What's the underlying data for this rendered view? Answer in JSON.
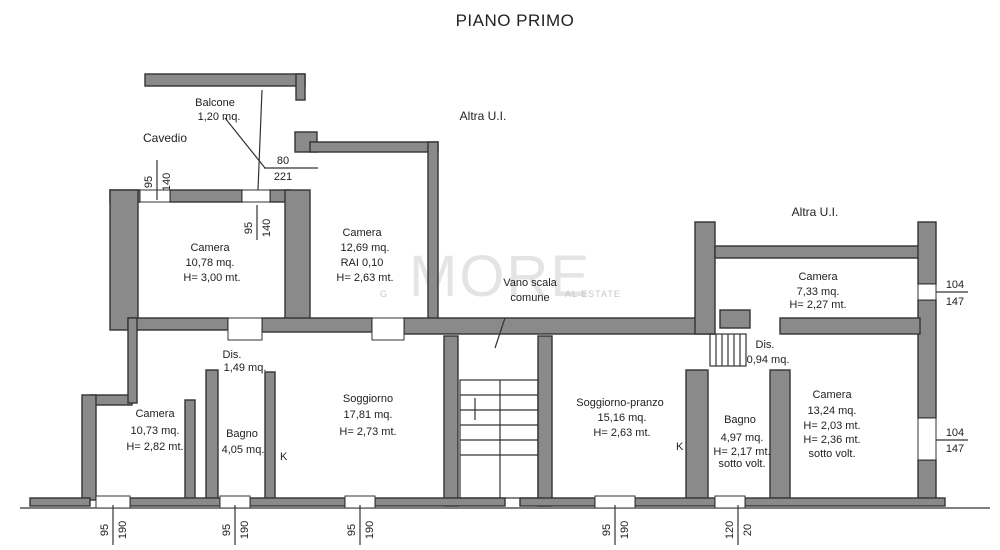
{
  "title": "PIANO PRIMO",
  "watermark": {
    "brand": "MORE",
    "tag_left": "G",
    "tag_right": "AL ESTATE"
  },
  "areas": {
    "altra_left": "Altra U.I.",
    "altra_right": "Altra U.I.",
    "cavedio": "Cavedio",
    "balcone_name": "Balcone",
    "balcone_area": "1,20 mq."
  },
  "rooms": {
    "camera1": {
      "name": "Camera",
      "area": "10,78 mq.",
      "height": "H= 3,00 mt."
    },
    "camera2": {
      "name": "Camera",
      "area": "12,69 mq.",
      "rai": "RAI 0,10",
      "height": "H= 2,63 mt."
    },
    "vano": {
      "line1": "Vano scala",
      "line2": "comune"
    },
    "camera3": {
      "name": "Camera",
      "area": "7,33 mq.",
      "height": "H= 2,27 mt."
    },
    "dis_left": {
      "name": "Dis.",
      "area": "1,49 mq."
    },
    "dis_right": {
      "name": "Dis.",
      "area": "0,94 mq."
    },
    "camera4": {
      "name": "Camera",
      "area": "10,73 mq.",
      "height": "H= 2,82 mt."
    },
    "bagno1": {
      "name": "Bagno",
      "area": "4,05 mq."
    },
    "soggiorno": {
      "name": "Soggiorno",
      "area": "17,81 mq.",
      "height": "H= 2,73 mt."
    },
    "soggiorno_pranzo": {
      "name": "Soggiorno-pranzo",
      "area": "15,16 mq.",
      "height": "H= 2,63 mt."
    },
    "bagno2": {
      "name": "Bagno",
      "area": "4,97 mq.",
      "height": "H= 2,17 mt.",
      "note": "sotto volt."
    },
    "camera5": {
      "name": "Camera",
      "area": "13,24 mq.",
      "height1": "H= 2,03 mt.",
      "height2": "H= 2,36 mt.",
      "note": "sotto volt."
    }
  },
  "k_marks": [
    "K",
    "K"
  ],
  "dims": {
    "d1": [
      "95",
      "140"
    ],
    "d2": [
      "95",
      "140"
    ],
    "d3": [
      "80",
      "221"
    ],
    "d4": [
      "104",
      "147"
    ],
    "d5": [
      "104",
      "147"
    ],
    "d6": [
      "95",
      "190"
    ],
    "d7": [
      "95",
      "190"
    ],
    "d8": [
      "95",
      "190"
    ],
    "d9": [
      "95",
      "190"
    ],
    "d10": [
      "120",
      "20"
    ]
  }
}
